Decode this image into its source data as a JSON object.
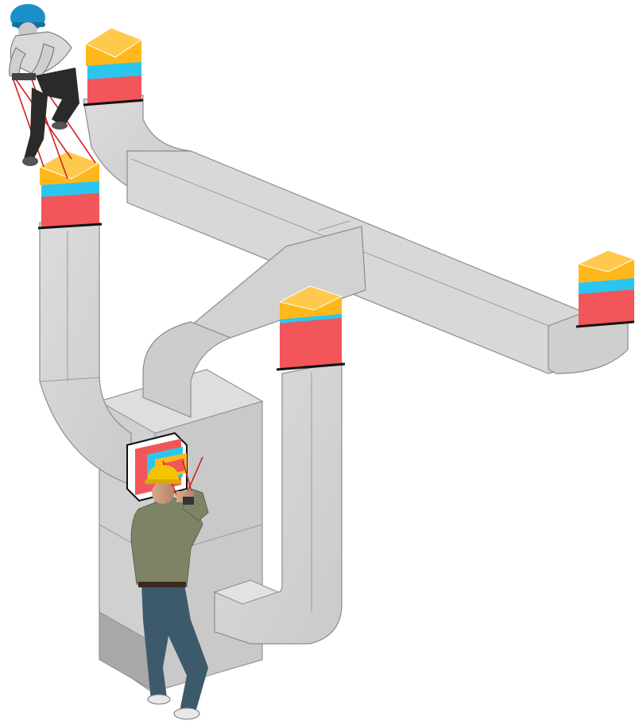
{
  "colors": {
    "duct_fill": "#d6d6d6",
    "duct_shadow": "#c4c4c4",
    "duct_edge": "#8c8c8c",
    "cap_yellow": "#ffb81c",
    "cap_blue": "#2bc6ef",
    "cap_red": "#f2555a",
    "flange": "#111111",
    "laser_line": "#d42020",
    "hardhat_top_worker": "#1b8fc9",
    "hardhat_bottom_worker": "#f2c500",
    "shirt": "#7d8466",
    "jeans": "#3d5a6c"
  },
  "scene": {
    "outlets": [
      {
        "id": "outlet-top-left",
        "caps": [
          "yellow",
          "blue",
          "red"
        ]
      },
      {
        "id": "outlet-left",
        "caps": [
          "yellow",
          "blue",
          "red"
        ]
      },
      {
        "id": "outlet-center",
        "caps": [
          "yellow",
          "red"
        ]
      },
      {
        "id": "outlet-right",
        "caps": [
          "yellow",
          "blue",
          "red"
        ]
      },
      {
        "id": "outlet-unit-front",
        "caps": [
          "red",
          "blue",
          "yellow"
        ]
      }
    ],
    "workers": [
      {
        "id": "worker-kneeling",
        "hardhat": "blue"
      },
      {
        "id": "worker-standing",
        "hardhat": "yellow"
      }
    ]
  }
}
